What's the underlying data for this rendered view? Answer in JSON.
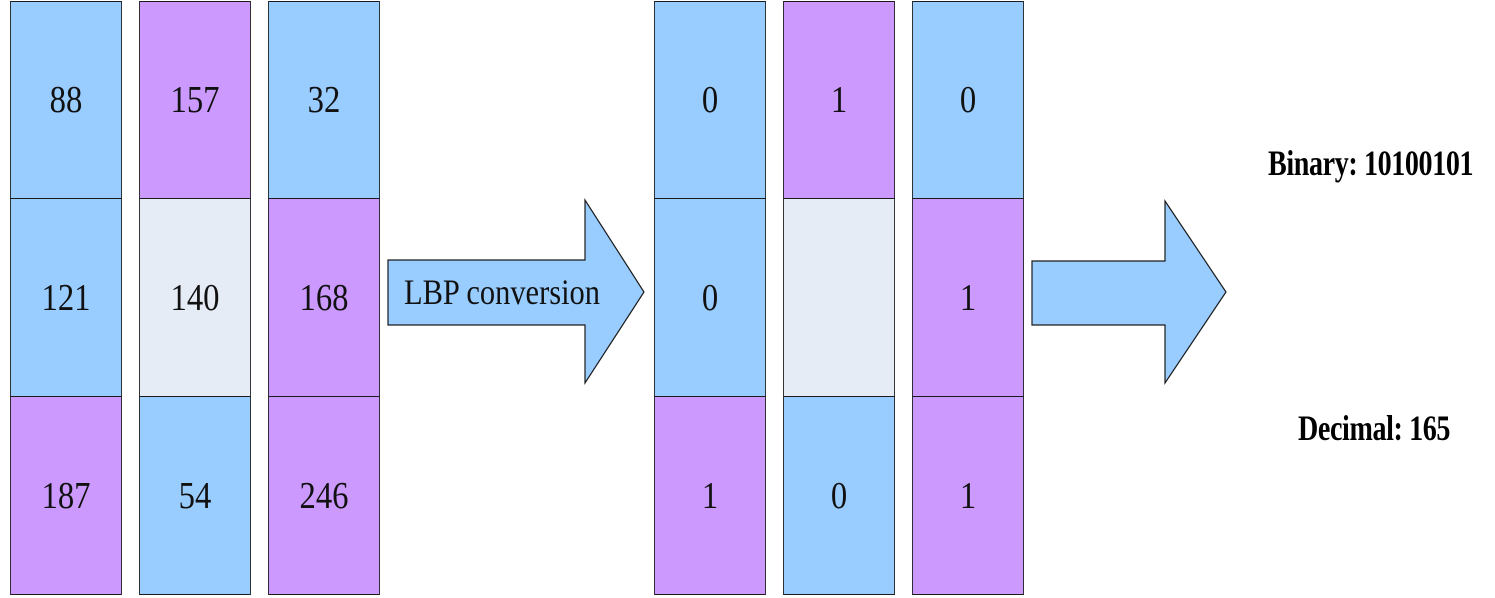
{
  "input_grid": {
    "cells": [
      {
        "value": "88",
        "color": "#99ccff"
      },
      {
        "value": "157",
        "color": "#cc99ff"
      },
      {
        "value": "32",
        "color": "#99ccff"
      },
      {
        "value": "121",
        "color": "#99ccff"
      },
      {
        "value": "140",
        "color": "#e6ecf6"
      },
      {
        "value": "168",
        "color": "#cc99ff"
      },
      {
        "value": "187",
        "color": "#cc99ff"
      },
      {
        "value": "54",
        "color": "#99ccff"
      },
      {
        "value": "246",
        "color": "#cc99ff"
      }
    ]
  },
  "conversion_arrow": {
    "label": "LBP conversion",
    "color": "#99ccff"
  },
  "binary_grid": {
    "cells": [
      {
        "value": "0",
        "color": "#99ccff"
      },
      {
        "value": "1",
        "color": "#cc99ff"
      },
      {
        "value": "0",
        "color": "#99ccff"
      },
      {
        "value": "0",
        "color": "#99ccff"
      },
      {
        "value": "",
        "color": "#e6ecf6"
      },
      {
        "value": "1",
        "color": "#cc99ff"
      },
      {
        "value": "1",
        "color": "#cc99ff"
      },
      {
        "value": "0",
        "color": "#99ccff"
      },
      {
        "value": "1",
        "color": "#cc99ff"
      }
    ]
  },
  "result": {
    "binary_label": "Binary: 10100101",
    "decimal_label": "Decimal: 165"
  }
}
